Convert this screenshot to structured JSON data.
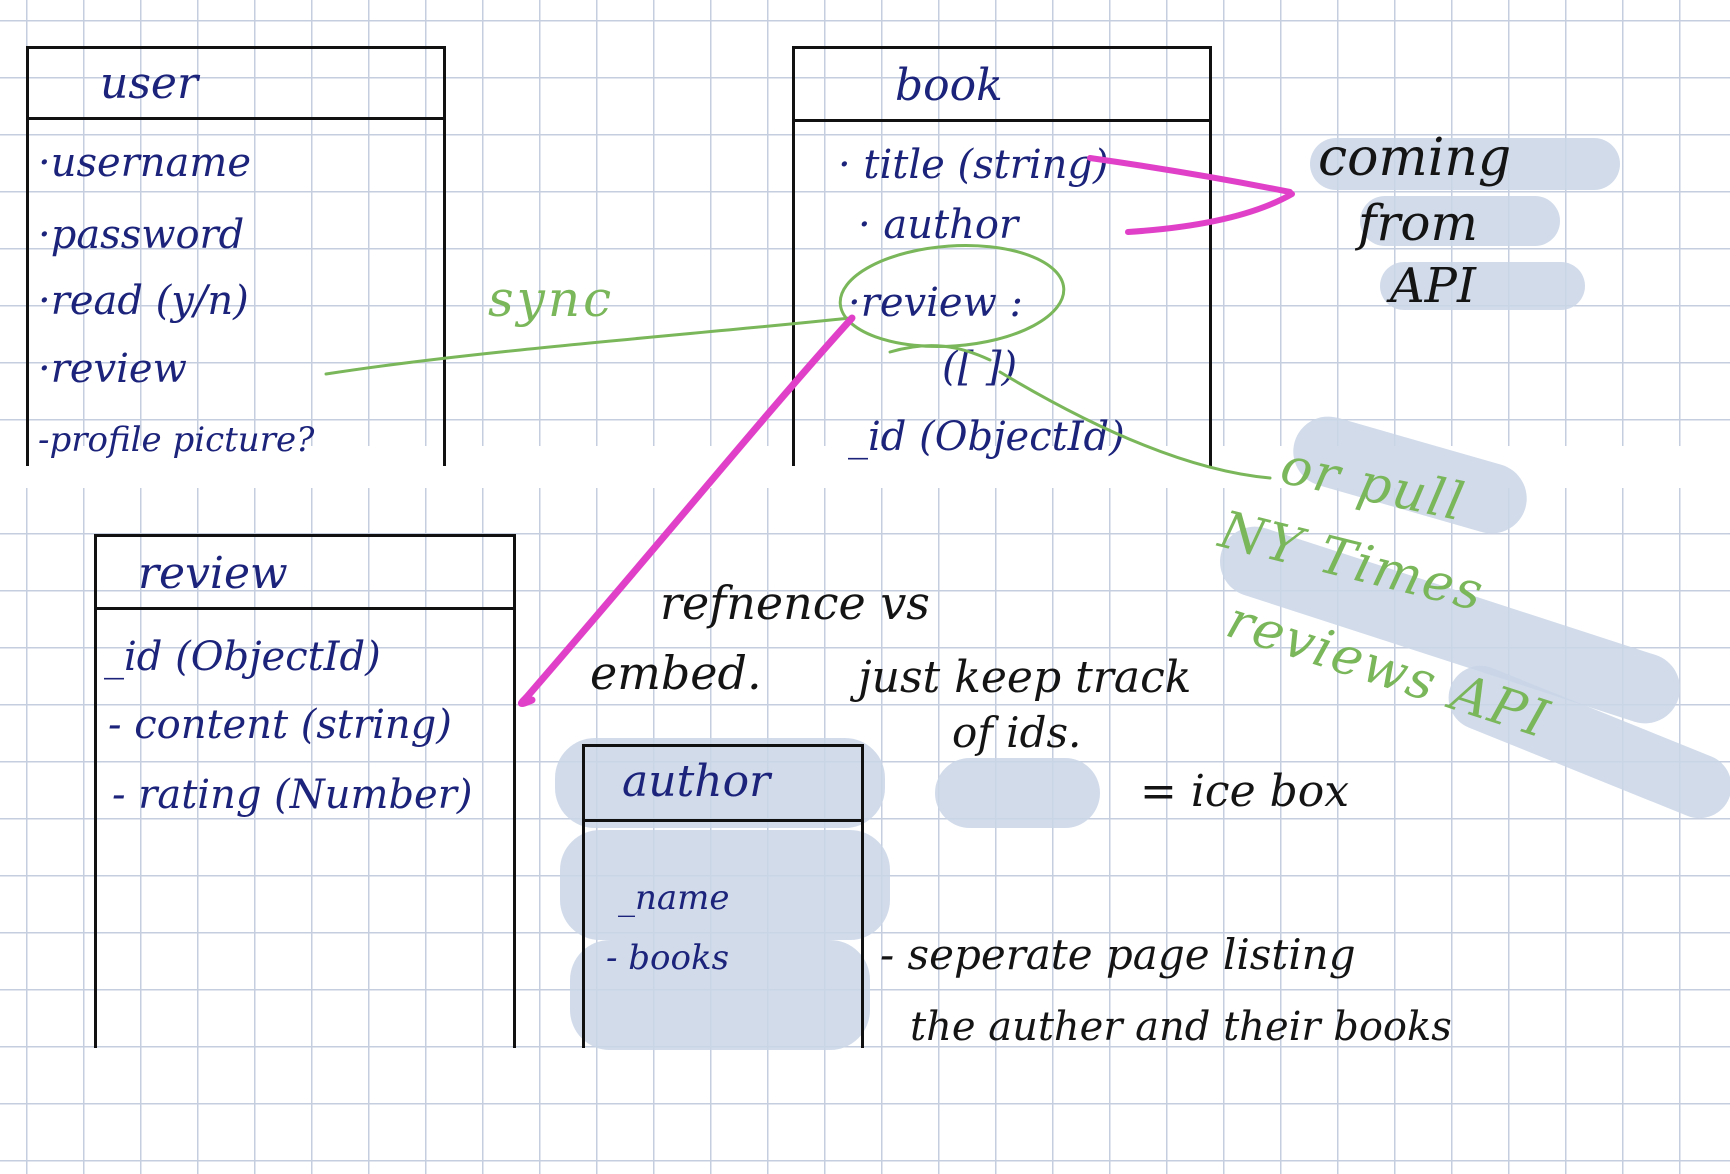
{
  "user": {
    "title": "user",
    "fields": [
      "·username",
      "·password",
      "·read (y/n)",
      "·review",
      "-profile picture?"
    ]
  },
  "book": {
    "title": "book",
    "fields": [
      "· title (string)",
      "· author",
      "·review :",
      "([ ])",
      "_id (ObjectId)"
    ]
  },
  "review": {
    "title": "review",
    "fields": [
      "_id (ObjectId)",
      "- content (string)",
      "- rating (Number)"
    ]
  },
  "author": {
    "title": "author",
    "fields": [
      "_name",
      "- books"
    ]
  },
  "notes": {
    "sync": "sync",
    "api_line1": "coming",
    "api_line2": "from",
    "api_line3": "API",
    "nyt_line1": "or pull",
    "nyt_line2": "NY Times",
    "nyt_line3": "reviews API",
    "ref_line1": "refnence vs",
    "ref_line2": "embed.",
    "ref_line3": "just keep track",
    "ref_line4": "of ids.",
    "icebox": "= ice box",
    "sep_line1": "- seperate page listing",
    "sep_line2": "the auther and their books"
  },
  "colors": {
    "ink_navy": "#1b237a",
    "ink_black": "#141414",
    "ink_green": "#7ab65a",
    "ink_magenta": "#e040c8",
    "highlight": "#c9d5e6",
    "grid": "#c5cedf"
  }
}
